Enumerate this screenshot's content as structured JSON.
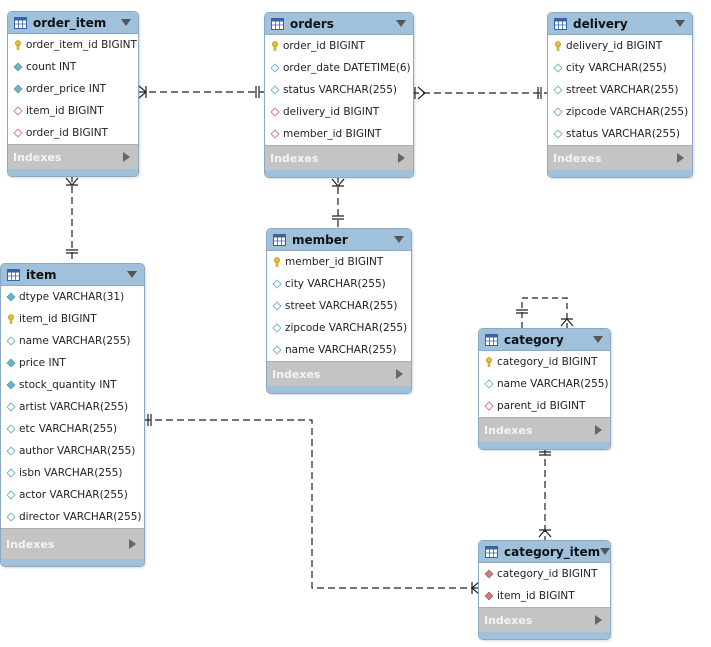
{
  "entities": {
    "order_item": {
      "name": "order_item",
      "columns": [
        {
          "text": "order_item_id BIGINT",
          "kind": "pk"
        },
        {
          "text": "count INT",
          "kind": "col"
        },
        {
          "text": "order_price INT",
          "kind": "col"
        },
        {
          "text": "item_id BIGINT",
          "kind": "fk"
        },
        {
          "text": "order_id BIGINT",
          "kind": "fk"
        }
      ],
      "indexes_label": "Indexes"
    },
    "orders": {
      "name": "orders",
      "columns": [
        {
          "text": "order_id BIGINT",
          "kind": "pk"
        },
        {
          "text": "order_date DATETIME(6)",
          "kind": "nullable"
        },
        {
          "text": "status VARCHAR(255)",
          "kind": "nullable"
        },
        {
          "text": "delivery_id BIGINT",
          "kind": "fk"
        },
        {
          "text": "member_id BIGINT",
          "kind": "fk"
        }
      ],
      "indexes_label": "Indexes"
    },
    "delivery": {
      "name": "delivery",
      "columns": [
        {
          "text": "delivery_id BIGINT",
          "kind": "pk"
        },
        {
          "text": "city VARCHAR(255)",
          "kind": "nullable"
        },
        {
          "text": "street VARCHAR(255)",
          "kind": "nullable"
        },
        {
          "text": "zipcode VARCHAR(255)",
          "kind": "nullable"
        },
        {
          "text": "status VARCHAR(255)",
          "kind": "nullable"
        }
      ],
      "indexes_label": "Indexes"
    },
    "member": {
      "name": "member",
      "columns": [
        {
          "text": "member_id BIGINT",
          "kind": "pk"
        },
        {
          "text": "city VARCHAR(255)",
          "kind": "nullable"
        },
        {
          "text": "street VARCHAR(255)",
          "kind": "nullable"
        },
        {
          "text": "zipcode VARCHAR(255)",
          "kind": "nullable"
        },
        {
          "text": "name VARCHAR(255)",
          "kind": "nullable"
        }
      ],
      "indexes_label": "Indexes"
    },
    "item": {
      "name": "item",
      "columns": [
        {
          "text": "dtype VARCHAR(31)",
          "kind": "col"
        },
        {
          "text": "item_id BIGINT",
          "kind": "pk"
        },
        {
          "text": "name VARCHAR(255)",
          "kind": "nullable"
        },
        {
          "text": "price INT",
          "kind": "col"
        },
        {
          "text": "stock_quantity INT",
          "kind": "col"
        },
        {
          "text": "artist VARCHAR(255)",
          "kind": "nullable"
        },
        {
          "text": "etc VARCHAR(255)",
          "kind": "nullable"
        },
        {
          "text": "author VARCHAR(255)",
          "kind": "nullable"
        },
        {
          "text": "isbn VARCHAR(255)",
          "kind": "nullable"
        },
        {
          "text": "actor VARCHAR(255)",
          "kind": "nullable"
        },
        {
          "text": "director VARCHAR(255)",
          "kind": "nullable"
        }
      ],
      "indexes_label": "Indexes"
    },
    "category": {
      "name": "category",
      "columns": [
        {
          "text": "category_id BIGINT",
          "kind": "pk"
        },
        {
          "text": "name VARCHAR(255)",
          "kind": "nullable"
        },
        {
          "text": "parent_id BIGINT",
          "kind": "fk"
        }
      ],
      "indexes_label": "Indexes"
    },
    "category_item": {
      "name": "category_item",
      "columns": [
        {
          "text": "category_id BIGINT",
          "kind": "pkfk"
        },
        {
          "text": "item_id BIGINT",
          "kind": "pkfk"
        }
      ],
      "indexes_label": "Indexes"
    }
  },
  "colors": {
    "header": "#9fc1db",
    "border": "#8aa9c6",
    "indexes_bar": "#c4c4c4",
    "key_icon": "#e8c12e",
    "column_icon": "#6fb5c8",
    "fk_icon": "#cf7b7b",
    "relationship_line": "#222222"
  }
}
